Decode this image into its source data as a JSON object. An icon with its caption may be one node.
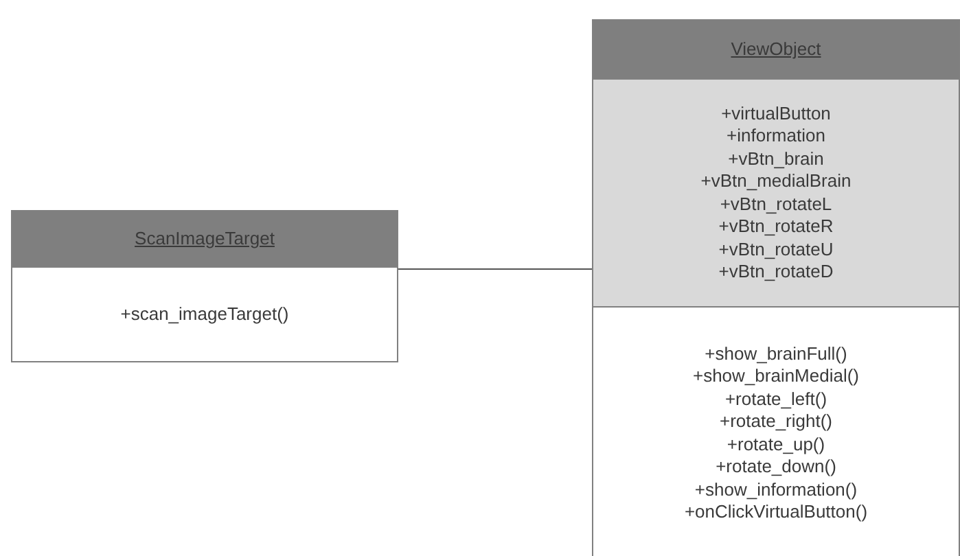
{
  "diagram": {
    "nodes": [
      {
        "text": [
          "ScanImageTarget"
        ]
      },
      {
        "text": [
          "+scan_imageTarget()"
        ],
        "in": 0
      },
      {
        "text": [
          "ViewObject"
        ]
      },
      {
        "text": [
          "+virtualButton",
          "+information",
          "+vBtn_brain",
          "+vBtn_medialBrain",
          "+vBtn_rotateL",
          "+vBtn_rotateR",
          "+vBtn_rotateU",
          "+vBtn_rotateD"
        ],
        "in": 2
      },
      {
        "text": [
          "+show_brainFull()",
          "+show_brainMedial()",
          "+rotate_left()",
          "+rotate_right()",
          "+rotate_up()",
          "+rotate_down()",
          "+show_information()",
          "+onClickVirtualButton()"
        ],
        "in": 2
      }
    ],
    "edges": [
      {
        "from": 0,
        "to": 2,
        "arrow": "none"
      }
    ]
  }
}
